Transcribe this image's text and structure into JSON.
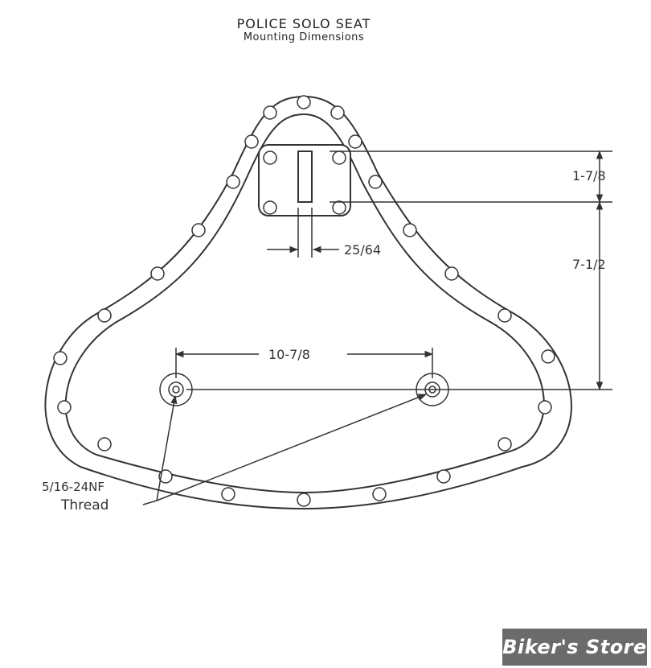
{
  "title": "POLICE SOLO SEAT",
  "subtitle": "Mounting Dimensions",
  "dimensions": {
    "top_height": "1-7/8",
    "slot_width": "25/64",
    "total_height": "7-1/2",
    "stud_spacing": "10-7/8"
  },
  "thread_callout": {
    "line1": "5/16-24NF",
    "line2": "Thread"
  },
  "watermark": "Biker's Store",
  "colors": {
    "line": "#333333",
    "badge": "#6b6b6b"
  }
}
